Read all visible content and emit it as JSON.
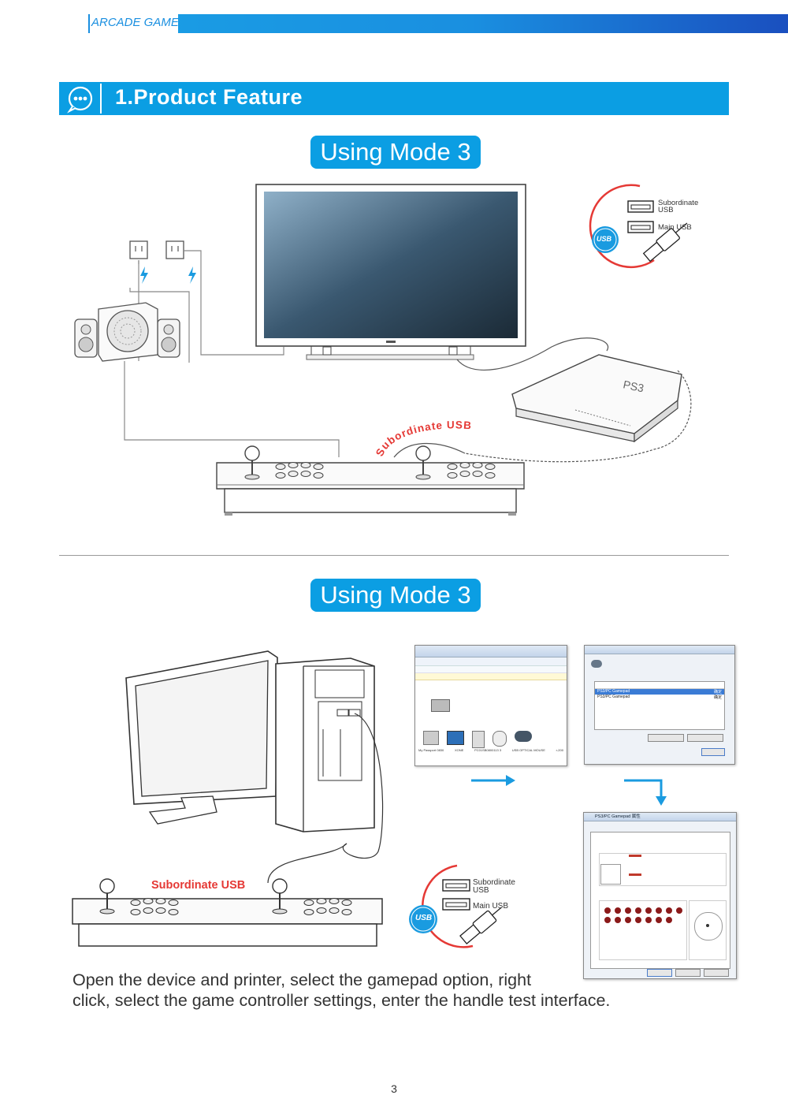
{
  "header": {
    "label": "ARCADE GAME"
  },
  "section": {
    "title": "1.Product Feature"
  },
  "mode_top": {
    "title": "Using Mode 3"
  },
  "mode_bottom": {
    "title": "Using Mode 3"
  },
  "usb_top": {
    "subordinate": "Subordinate USB",
    "main": "Main USB",
    "badge": "USB"
  },
  "usb_bottom": {
    "subordinate": "Subordinate USB",
    "main": "Main USB",
    "badge": "USB"
  },
  "labels": {
    "subordinate_curve": "Subordinate USB",
    "subordinate_red": "Subordinate USB",
    "console": "PS3"
  },
  "windows": {
    "devices_items": [
      "My Passport 0830",
      "XONE",
      "PC01SB0800113 3",
      "USB OPTICAL MOUSE",
      "r-200"
    ],
    "controllers_rows": [
      "PS3/PC Gamepad",
      "PS3/PC Gamepad"
    ],
    "controllers_status": [
      "确定",
      "确定"
    ],
    "props_title": "PS3/PC Gamepad 属性"
  },
  "caption": {
    "line1": "Open the device and printer, select the gamepad option, right",
    "line2": "click, select the game controller settings, enter the handle test interface."
  },
  "page": {
    "number": "3"
  },
  "colors": {
    "accent": "#0b9ee3",
    "red": "#e53935"
  }
}
